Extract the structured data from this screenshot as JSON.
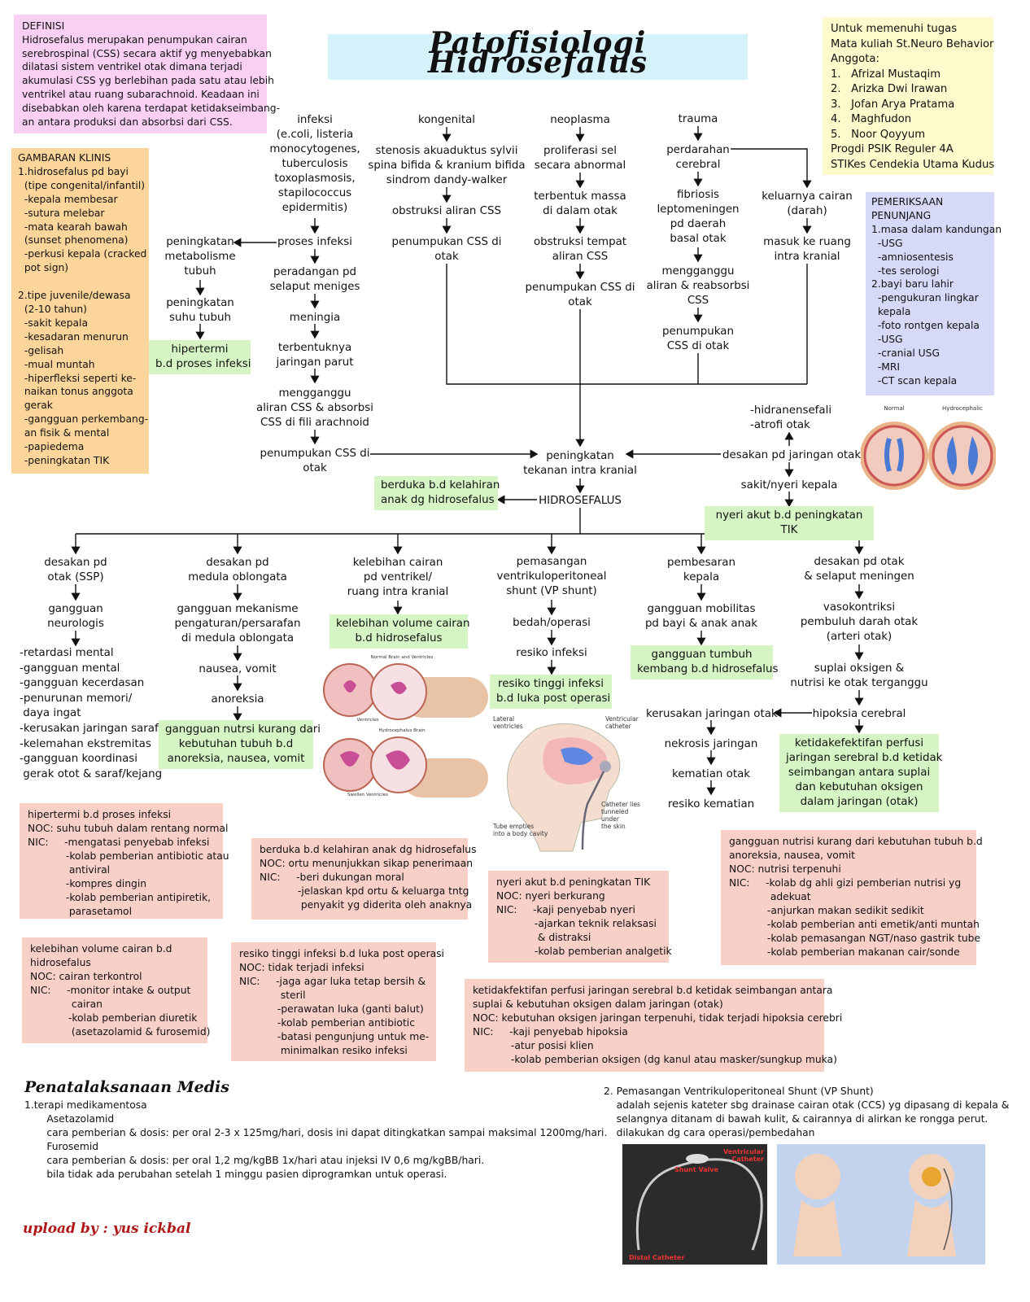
{
  "title": "Patofisiologi Hidrosefalus",
  "definisi": {
    "heading": "DEFINISI",
    "lines": [
      "Hidrosefalus merupakan penumpukan cairan",
      "serebrospinal (CSS) secara aktif yg menyebabkan",
      "dilatasi sistem ventrikel otak dimana terjadi",
      "akumulasi CSS yg berlebihan pada satu atau lebih",
      "ventrikel atau ruang subarachnoid. Keadaan ini",
      "disebabkan oleh karena terdapat ketidakseimbang-",
      "an antara produksi dan absorbsi dari CSS."
    ]
  },
  "tugas": {
    "lines": [
      "Untuk memenuhi tugas",
      "Mata kuliah St.Neuro Behavior",
      "Anggota:",
      "1.   Afrizal Mustaqim",
      "2.   Arizka Dwi Irawan",
      "3.   Jofan Arya Pratama",
      "4.   Maghfudon",
      "5.   Noor Qoyyum",
      "Progdi PSIK Reguler 4A",
      "STIKes Cendekia Utama Kudus"
    ]
  },
  "gambaran": {
    "lines": [
      "GAMBARAN KLINIS",
      "1.hidrosefalus pd bayi",
      "  (tipe congenital/infantil)",
      "  -kepala membesar",
      "  -sutura melebar",
      "  -mata kearah bawah",
      "  (sunset phenomena)",
      "  -perkusi kepala (cracked",
      "  pot sign)",
      "",
      "2.tipe juvenile/dewasa",
      "  (2-10 tahun)",
      "  -sakit kepala",
      "  -kesadaran menurun",
      "  -gelisah",
      "  -mual muntah",
      "  -hiperfleksi seperti ke-",
      "  naikan tonus anggota",
      "  gerak",
      "  -gangguan perkembang-",
      "  an fisik & mental",
      "  -papiedema",
      "  -peningkatan TIK"
    ]
  },
  "penunjang": {
    "lines": [
      "PEMERIKSAAN",
      "PENUNJANG",
      "1.masa dalam kandungan",
      "  -USG",
      "  -amniosentesis",
      "  -tes serologi",
      "2.bayi baru lahir",
      "  -pengukuran lingkar",
      "  kepala",
      "  -foto rontgen kepala",
      "  -USG",
      "  -cranial USG",
      "  -MRI",
      "  -CT scan kepala"
    ]
  },
  "flow": {
    "infeksi": "infeksi\n(e.coli, listeria\nmonocytogenes,\ntuberculosis\ntoxoplasmosis,\nstapilococcus\nepidermitis)",
    "proses_infeksi": "proses infeksi",
    "peradangan": "peradangan pd\nselaput meniges",
    "meningia": "meningia",
    "parut": "terbentuknya\njaringan parut",
    "mengganggu_absorbsi": "mengganggu\naliran CSS & absorbsi\nCSS di fili arachnoid",
    "penumpukan_left": "penumpukan CSS di\notak",
    "metabolisme": "peningkatan\nmetabolisme\ntubuh",
    "suhu": "peningkatan\nsuhu tubuh",
    "hipertermi": "hipertermi\nb.d proses infeksi",
    "kongenital": "kongenital",
    "stenosis": "stenosis akuaduktus sylvii\nspina bifida & kranium bifida\nsindrom dandy-walker",
    "obstruksi_css": "obstruksi aliran CSS",
    "penumpukan_kong": "penumpukan CSS di\notak",
    "neoplasma": "neoplasma",
    "proliferasi": "proliferasi sel\nsecara abnormal",
    "massa": "terbentuk massa\ndi dalam otak",
    "obstruksi_tempat": "obstruksi tempat\naliran CSS",
    "penumpukan_neo": "penumpukan CSS di\notak",
    "trauma": "trauma",
    "perdarahan": "perdarahan\ncerebral",
    "fibriosis": "fibriosis\nleptomeningen\npd daerah\nbasal otak",
    "mengganggu_reab": "mengganggu\naliran & reabsorbsi\nCSS",
    "penumpukan_trauma": "penumpukan\nCSS di otak",
    "keluarnya": "keluarnya cairan\n(darah)",
    "masuk": "masuk ke ruang\nintra kranial",
    "hidranensefali": "-hidranensefali\n-atrofi otak",
    "desakan_jaringan": "desakan pd jaringan otak",
    "sakit": "sakit/nyeri kepala",
    "nyeri_akut": "nyeri akut b.d peningkatan TIK",
    "tik": "peningkatan\ntekanan intra kranial",
    "hidrosefalus": "HIDROSEFALUS",
    "berduka": "berduka b.d kelahiran\nanak dg hidrosefalus",
    "b1": "desakan pd\notak (SSP)",
    "b1b": "gangguan\nneurologis",
    "b1c": "-retardasi mental\n-gangguan mental\n-gangguan kecerdasan\n-penurunan memori/\n daya ingat\n-kerusakan jaringan saraf\n-kelemahan ekstremitas\n-gangguan koordinasi\n gerak otot & saraf/kejang",
    "b2": "desakan pd\nmedula oblongata",
    "b2b": "gangguan mekanisme\npengaturan/persarafan\ndi medula oblongata",
    "b2c": "nausea, vomit",
    "b2d": "anoreksia",
    "b2e": "gangguan nutrsi kurang dari\nkebutuhan tubuh b.d\nanoreksia, nausea, vomit",
    "b3": "kelebihan cairan\npd ventrikel/\nruang intra kranial",
    "b3b": "kelebihan volume cairan\nb.d hidrosefalus",
    "b4": "pemasangan\nventrikuloperitoneal\nshunt (VP shunt)",
    "b4b": "bedah/operasi",
    "b4c": "resiko infeksi",
    "b4d": "resiko tinggi infeksi\nb.d luka post operasi",
    "b5": "pembesaran\nkepala",
    "b5b": "gangguan mobilitas\npd bayi & anak anak",
    "b5c": "gangguan tumbuh\nkembang b.d hidrosefalus",
    "b6": "desakan pd otak\n& selaput meningen",
    "b6b": "vasokontriksi\npembuluh darah otak\n(arteri otak)",
    "b6c": "suplai oksigen &\nnutrisi ke otak terganggu",
    "b6d": "hipoksia cerebral",
    "b6e": "kerusakan jaringan otak",
    "b6f": "nekrosis jaringan",
    "b6g": "kematian otak",
    "b6h": "resiko kematian",
    "b6i": "ketidakefektifan perfusi\njaringan serebral b.d ketidak\nseimbangan antara suplai\ndan kebutuhan oksigen\ndalam jaringan (otak)"
  },
  "nic_boxes": {
    "hipertermi": "hipertermi b.d proses infeksi\nNOC: suhu tubuh dalam rentang normal\nNIC:     -mengatasi penyebab infeksi\n            -kolab pemberian antibiotic atau\n             antiviral\n            -kompres dingin\n            -kolab pemberian antipiretik,\n             parasetamol",
    "berduka": "berduka b.d kelahiran anak dg hidrosefalus\nNOC: ortu menunjukkan sikap penerimaan\nNIC:     -beri dukungan moral\n            -jelaskan kpd ortu & keluarga tntg\n             penyakit yg diderita oleh anaknya",
    "nyeri": "nyeri akut b.d peningkatan TIK\nNOC: nyeri berkurang\nNIC:     -kaji penyebab nyeri\n            -ajarkan teknik relaksasi\n             & distraksi\n            -kolab pemberian analgetik",
    "nutrisi": "gangguan nutrisi kurang dari kebutuhan tubuh b.d\nanoreksia, nausea, vomit\nNOC: nutrisi terpenuhi\nNIC:     -kolab dg ahli gizi pemberian nutrisi yg\n             adekuat\n            -anjurkan makan sedikit sedikit\n            -kolab pemberian anti emetik/anti muntah\n            -kolab pemasangan NGT/naso gastrik tube\n            -kolab pemberian makanan cair/sonde",
    "kelebihan": "kelebihan volume cairan b.d\nhidrosefalus\nNOC: cairan terkontrol\nNIC:     -monitor intake & output\n             cairan\n            -kolab pemberian diuretik\n             (asetazolamid & furosemid)",
    "resiko": "resiko tinggi infeksi b.d luka post operasi\nNOC: tidak terjadi infeksi\nNIC:     -jaga agar luka tetap bersih &\n             steril\n            -perawatan luka (ganti balut)\n            -kolab pemberian antibiotic\n            -batasi pengunjung untuk me-\n             minimalkan resiko infeksi",
    "perfusi": "ketidakfektifan perfusi jaringan serebral b.d ketidak seimbangan antara\nsuplai & kebutuhan oksigen dalam jaringan (otak)\nNOC: kebutuhan oksigen jaringan terpenuhi, tidak terjadi hipoksia cerebri\nNIC:     -kaji penyebab hipoksia\n            -atur posisi klien\n            -kolab pemberian oksigen (dg kanul atau masker/sungkup muka)"
  },
  "penatalaksanaan": {
    "heading": "Penatalaksanaan Medis",
    "lines": [
      "1.terapi medikamentosa",
      "       Asetazolamid",
      "       cara pemberian & dosis: per oral 2-3 x 125mg/hari, dosis ini dapat ditingkatkan sampai maksimal 1200mg/hari.",
      "       Furosemid",
      "       cara pemberian & dosis: per oral 1,2 mg/kgBB 1x/hari atau injeksi IV 0,6 mg/kgBB/hari.",
      "       bila tidak ada perubahan setelah 1 minggu pasien diprogramkan untuk operasi."
    ]
  },
  "vp_shunt": {
    "lines": [
      "2. Pemasangan Ventrikuloperitoneal Shunt (VP Shunt)",
      "    adalah sejenis kateter sbg drainase cairan otak (CCS) yg dipasang di kepala &",
      "    selangnya ditanam di bawah kulit, & cairannya di alirkan ke rongga perut.",
      "    dilakukan dg cara operasi/pembedahan"
    ]
  },
  "images": {
    "brain_normal": "Normal",
    "brain_hydro": "Hydrocephalic",
    "ill_normal": "Normal Brain and Ventricles",
    "ill_ventricles": "Ventricles",
    "ill_hydro": "Hydrocephalus Brain",
    "ill_swollen": "Swollen Ventricles",
    "vp_lateral": "Lateral\nventricles",
    "vp_catheter": "Ventricular\ncatheter",
    "vp_tunnel": "Catheter lies\ntunneled\nunder\nthe skin",
    "vp_tube": "Tube empties\ninto a body cavity",
    "shunt_vent": "Ventricular\nCatheter",
    "shunt_valve": "Shunt Valve",
    "shunt_distal": "Distal Catheter"
  },
  "upload": "upload by : yus ickbal"
}
